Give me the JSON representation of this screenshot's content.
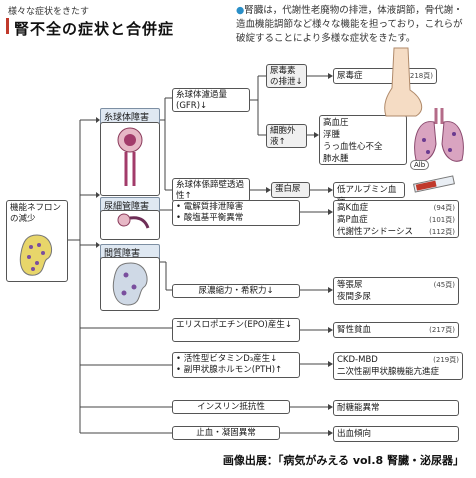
{
  "header": {
    "subtitle": "様々な症状をきたす",
    "title": "腎不全の症状と合併症"
  },
  "description": "腎臓は，代謝性老廃物の排泄，体液調節，骨代謝・造血機能調節など様々な機能を担っており，これらが破綻することにより多様な症状をきたす。",
  "root": {
    "label": "機能ネフロンの減少"
  },
  "categories": {
    "glomerulus": "糸球体障害",
    "tubule": "尿細管障害",
    "interstitium": "間質障害"
  },
  "mechanisms": {
    "gfr": "糸球体濾過量(GFR)↓",
    "permeability": "糸球体係蹄壁透過性↑",
    "electrolyte": "電解質排泄障害",
    "acidbase": "酸塩基平衡異常",
    "concentration": "尿濃縮力・希釈力↓",
    "epo": "エリスロポエチン(EPO)産生↓",
    "vitd": "活性型ビタミンD₃産生↓",
    "pth": "副甲状腺ホルモン(PTH)↑",
    "insulin": "インスリン抵抗性",
    "hemostasis": "止血・凝固異常"
  },
  "sub": {
    "uremic": "尿毒素の排泄↓",
    "ecf": "細胞外液↑",
    "proteinuria": "蛋白尿"
  },
  "results": {
    "uremia": {
      "label": "尿毒症",
      "page": "(218頁)"
    },
    "ecf": [
      "高血圧",
      "浮腫",
      "うっ血性心不全",
      "肺水腫"
    ],
    "albumin": "低アルブミン血症",
    "k": {
      "label": "高K血症",
      "page": "(94頁)"
    },
    "p": {
      "label": "高P血症",
      "page": "(101頁)"
    },
    "acidosis": {
      "label": "代謝性アシドーシス",
      "page": "(112頁)"
    },
    "isosthenuria": {
      "label": "等張尿",
      "page": "(45頁)"
    },
    "nocturia": "夜間多尿",
    "anemia": {
      "label": "腎性貧血",
      "page": "(217頁)"
    },
    "ckdmbd": {
      "label": "CKD-MBD",
      "page": "(219頁)"
    },
    "hpt": "二次性副甲状腺機能亢進症",
    "glucose": "耐糖能異常",
    "bleeding": "出血傾向"
  },
  "albumin_tag": "Alb",
  "footer": "画像出展：「病気がみえる vol.8 腎臓・泌尿器」",
  "colors": {
    "accent": "#c0392b",
    "category_fill": "#dfe8f2",
    "bullet": "#2a8fc8"
  }
}
